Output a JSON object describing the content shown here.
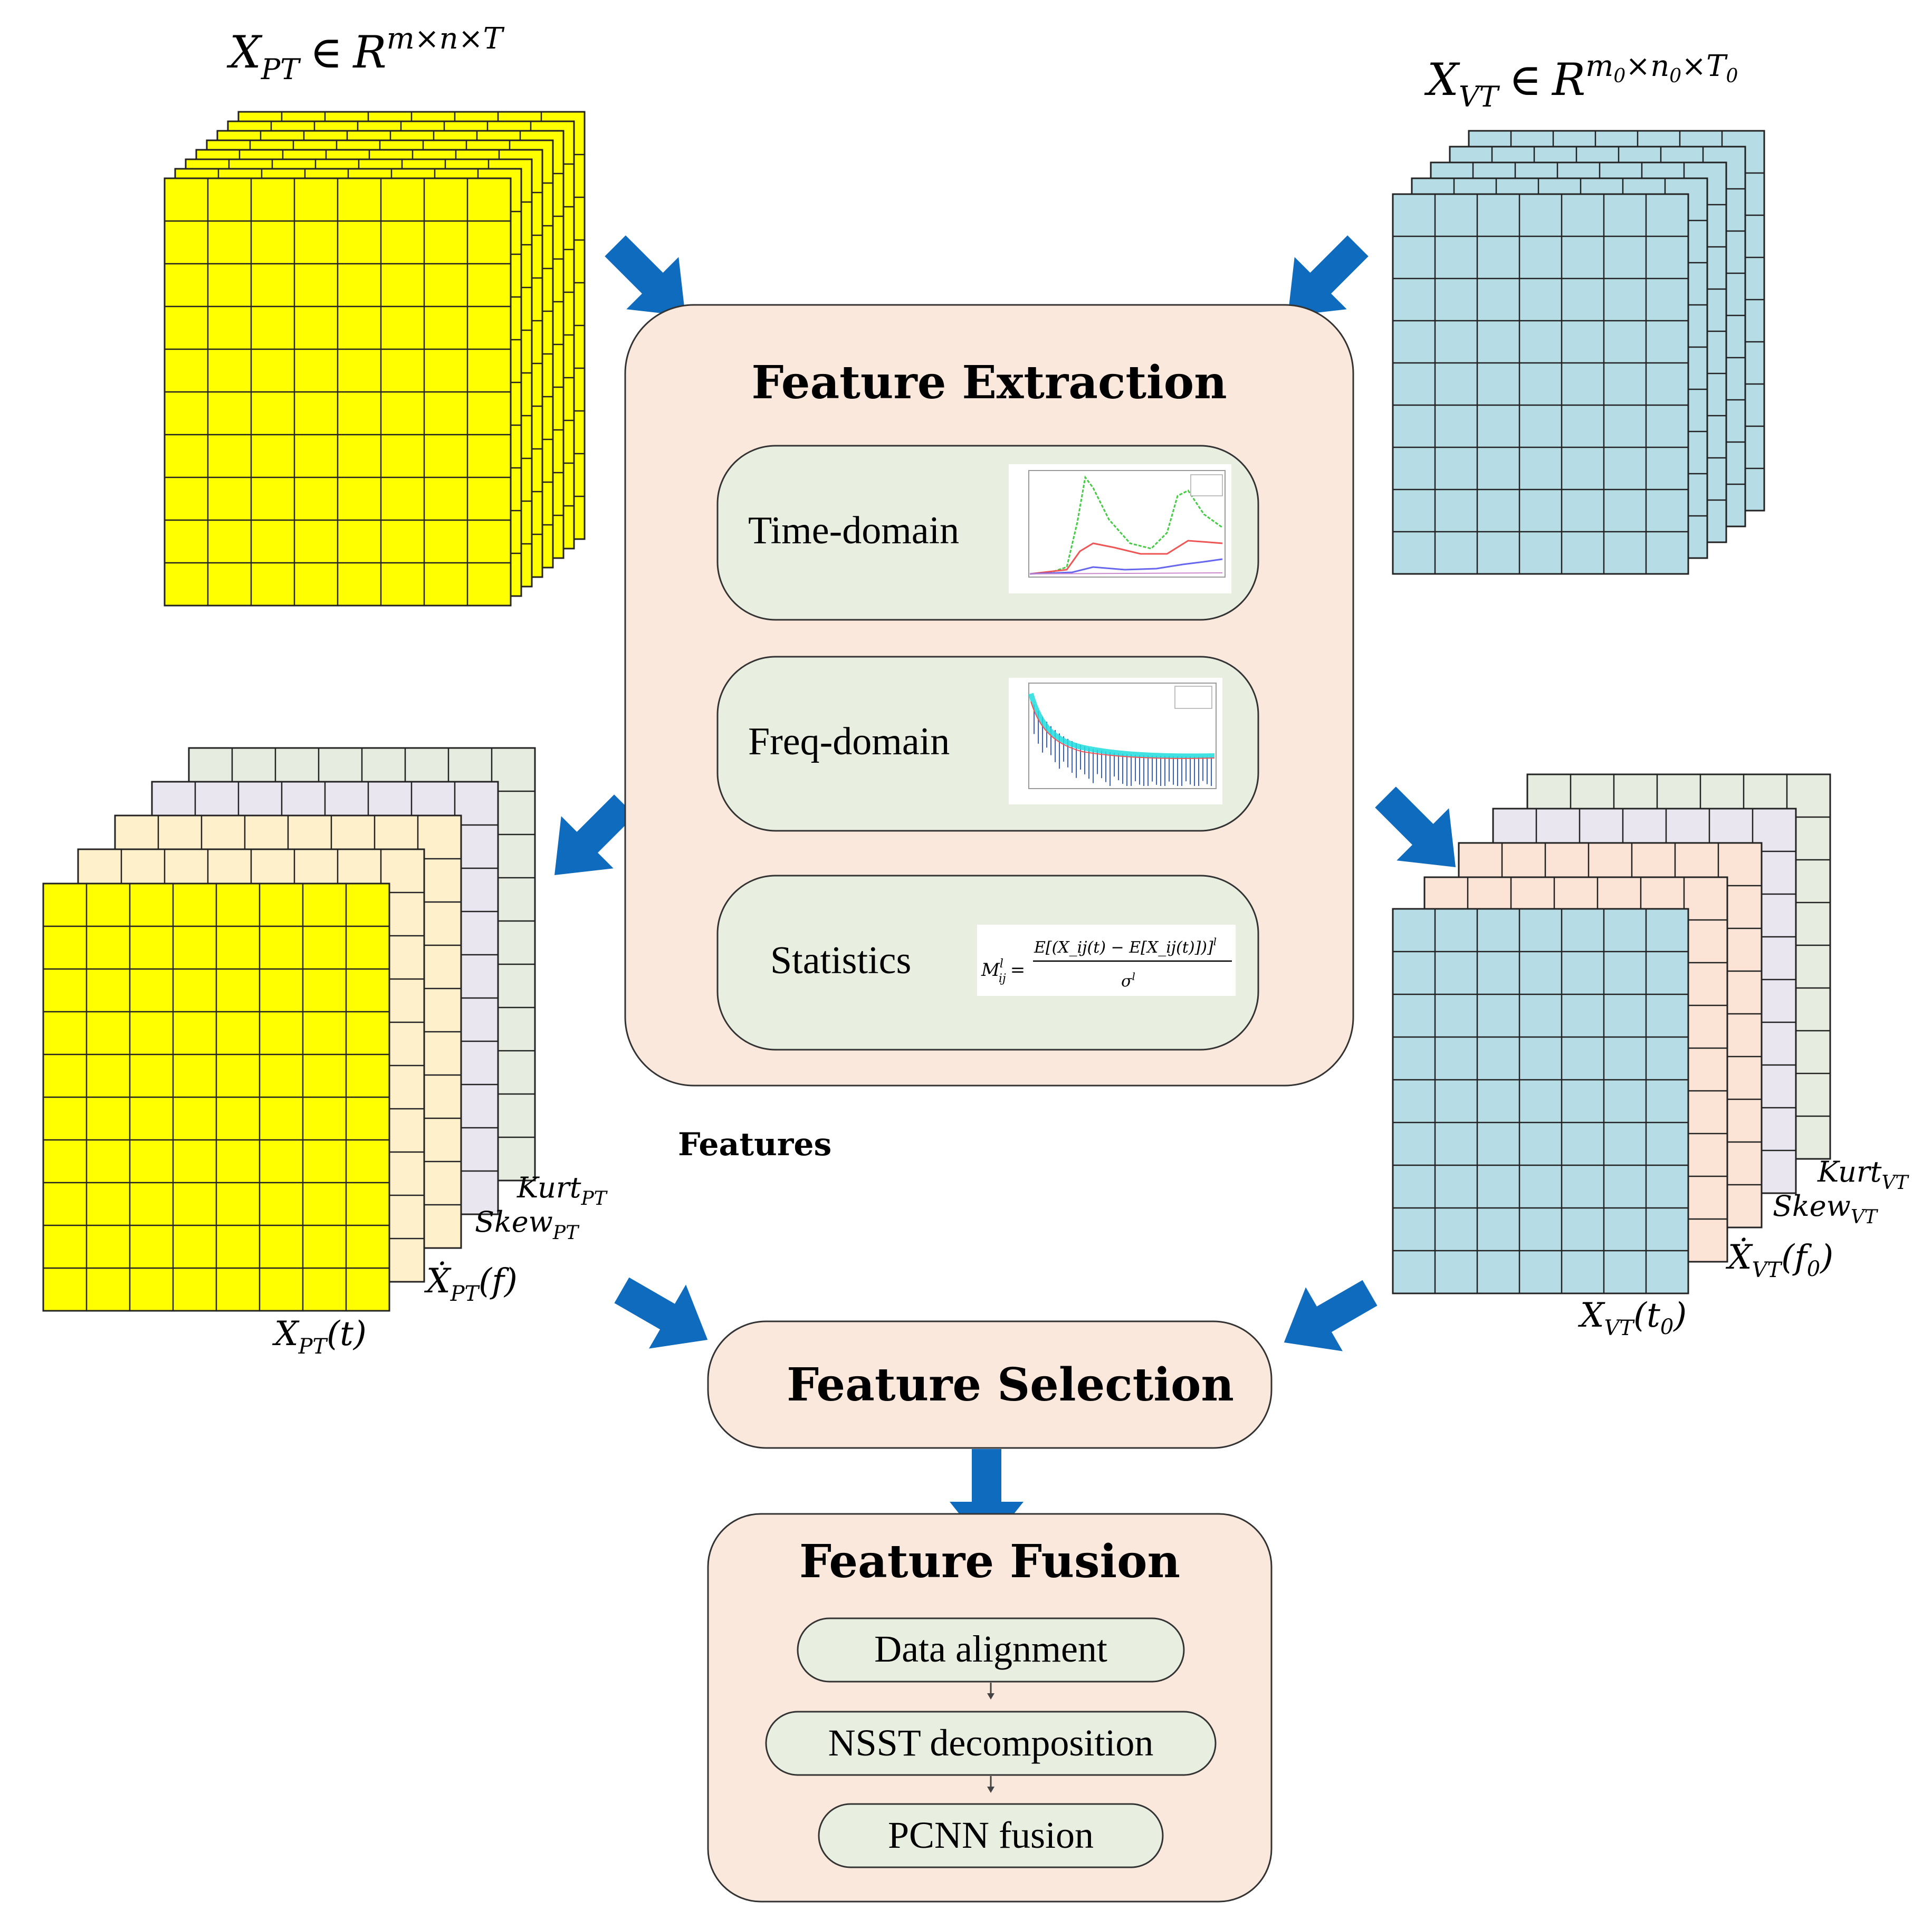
{
  "colors": {
    "yellow": "#ffff00",
    "blue_cell": "#b6dce6",
    "green_layer": "#e6ede0",
    "lavender_layer": "#e9e6f0",
    "cream_layer": "#fff0cc",
    "peach_layer": "#fbe4d6",
    "box_peach": "#fbe8dc",
    "box_green": "#e8efe0",
    "arrow_blue": "#0f6bbd"
  },
  "inputs": {
    "pt": {
      "var": "X",
      "sub": "PT",
      "in": "∈",
      "set": "R",
      "sup": "m×n×T"
    },
    "vt": {
      "var": "X",
      "sub": "VT",
      "in": "∈",
      "set": "R",
      "sup_m": "m",
      "sup_m_sub": "0",
      "sup_x1": "×",
      "sup_n": "n",
      "sup_n_sub": "0",
      "sup_x2": "×",
      "sup_T": "T",
      "sup_T_sub": "0"
    }
  },
  "extraction": {
    "title": "Feature Extraction",
    "time_label": "Time-domain",
    "freq_label": "Freq-domain",
    "stats_label": "Statistics",
    "formula": {
      "lhs": "M",
      "lhs_sup": "l",
      "lhs_sub": "ij",
      "eq": "=",
      "num": "E[(X_ij(t) − E[X_ij(t)])]",
      "num_sup": "l",
      "den": "σ",
      "den_sup": "l"
    }
  },
  "features_label": "Features",
  "pt_stack_labels": {
    "kurt": {
      "base": "Kurt",
      "sub": "PT"
    },
    "skew": {
      "base": "Skew",
      "sub": "PT"
    },
    "xdot": {
      "base": "Ẋ",
      "sub": "PT",
      "arg": "(f)"
    },
    "x": {
      "base": "X",
      "sub": "PT",
      "arg": "(t)"
    }
  },
  "vt_stack_labels": {
    "kurt": {
      "base": "Kurt",
      "sub": "VT"
    },
    "skew": {
      "base": "Skew",
      "sub": "VT"
    },
    "xdot": {
      "base": "Ẋ",
      "sub": "VT",
      "arg_open": "(f",
      "arg_sub": "0",
      "arg_close": ")"
    },
    "x": {
      "base": "X",
      "sub": "VT",
      "arg_open": "(t",
      "arg_sub": "0",
      "arg_close": ")"
    }
  },
  "selection": {
    "title": "Feature Selection"
  },
  "fusion": {
    "title": "Feature Fusion",
    "steps": [
      "Data alignment",
      "NSST decomposition",
      "PCNN fusion"
    ]
  }
}
